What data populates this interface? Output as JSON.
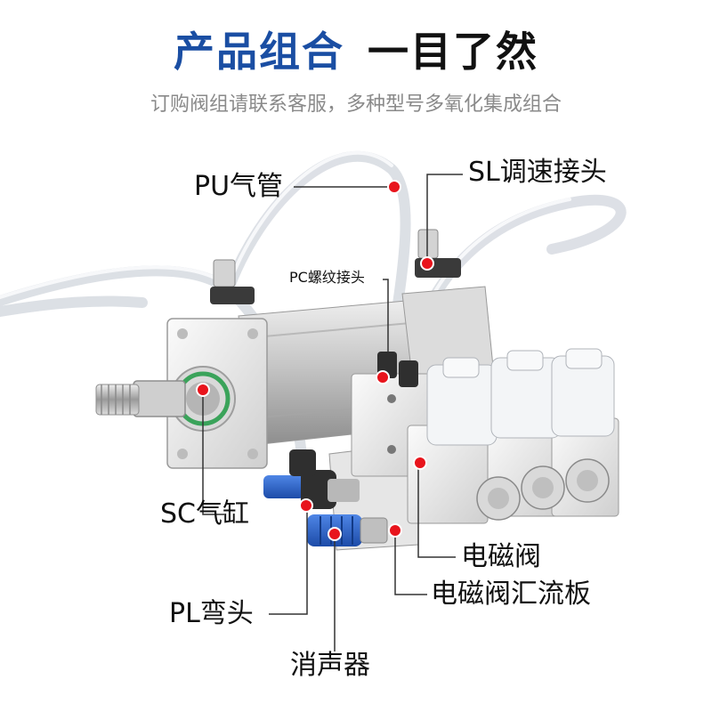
{
  "header": {
    "title_part1": "产品组合",
    "title_part2": "一目了然",
    "subtitle": "订购阀组请联系客服，多种型号多氧化集成组合"
  },
  "labels": {
    "pu_tube": "PU气管",
    "sl_fitting": "SL调速接头",
    "pc_fitting": "PC螺纹接头",
    "sc_cylinder": "SC气缸",
    "solenoid_valve": "电磁阀",
    "pl_elbow": "PL弯头",
    "manifold": "电磁阀汇流板",
    "muffler": "消声器"
  },
  "colors": {
    "title_blue": "#1a4ea3",
    "marker_red": "#e8141c",
    "fitting_blue": "#2b63c6"
  }
}
